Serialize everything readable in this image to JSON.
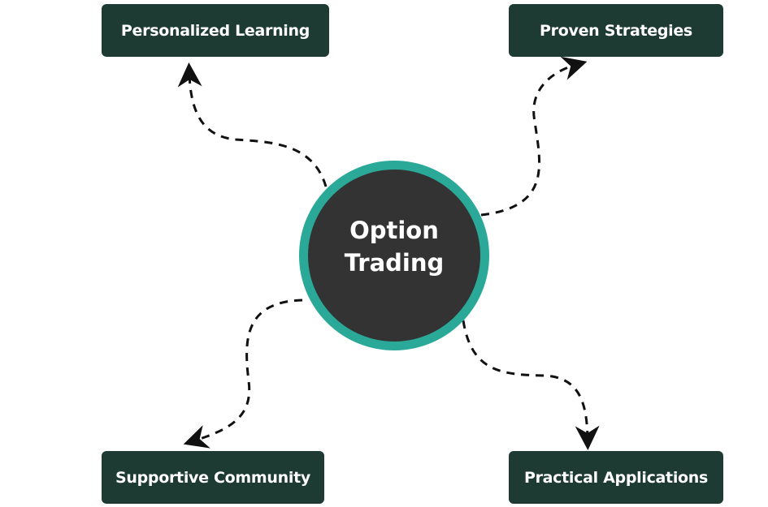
{
  "center": {
    "line1": "Option",
    "line2": "Trading"
  },
  "nodes": {
    "personalized": "Personalized Learning",
    "proven": "Proven Strategies",
    "supportive": "Supportive Community",
    "practical": "Practical Applications"
  },
  "colors": {
    "box": "#1d3a33",
    "ring": "#2aa898",
    "circle": "#333333"
  }
}
